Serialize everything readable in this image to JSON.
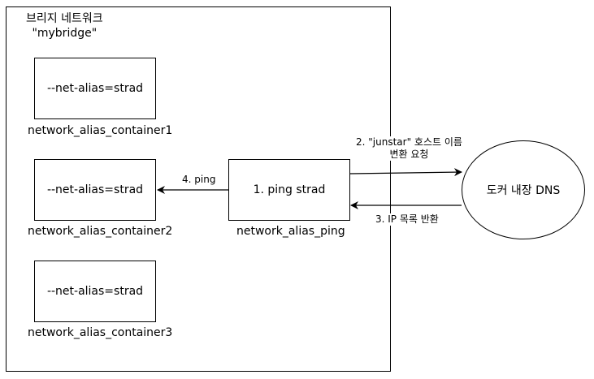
{
  "bridge": {
    "title_line1": "브리지 네트워크",
    "title_line2": "\"mybridge\""
  },
  "containers": [
    {
      "alias_label": "--net-alias=strad",
      "caption": "network_alias_container1"
    },
    {
      "alias_label": "--net-alias=strad",
      "caption": "network_alias_container2"
    },
    {
      "alias_label": "--net-alias=strad",
      "caption": "network_alias_container3"
    }
  ],
  "ping_container": {
    "label": "1. ping strad",
    "caption": "network_alias_ping"
  },
  "dns": {
    "label": "도커 내장 DNS"
  },
  "edges": {
    "request_line1": "2. \"junstar\" 호스트 이름",
    "request_line2": "변환 요청",
    "response": "3. IP 목록 반환",
    "ping": "4. ping"
  }
}
